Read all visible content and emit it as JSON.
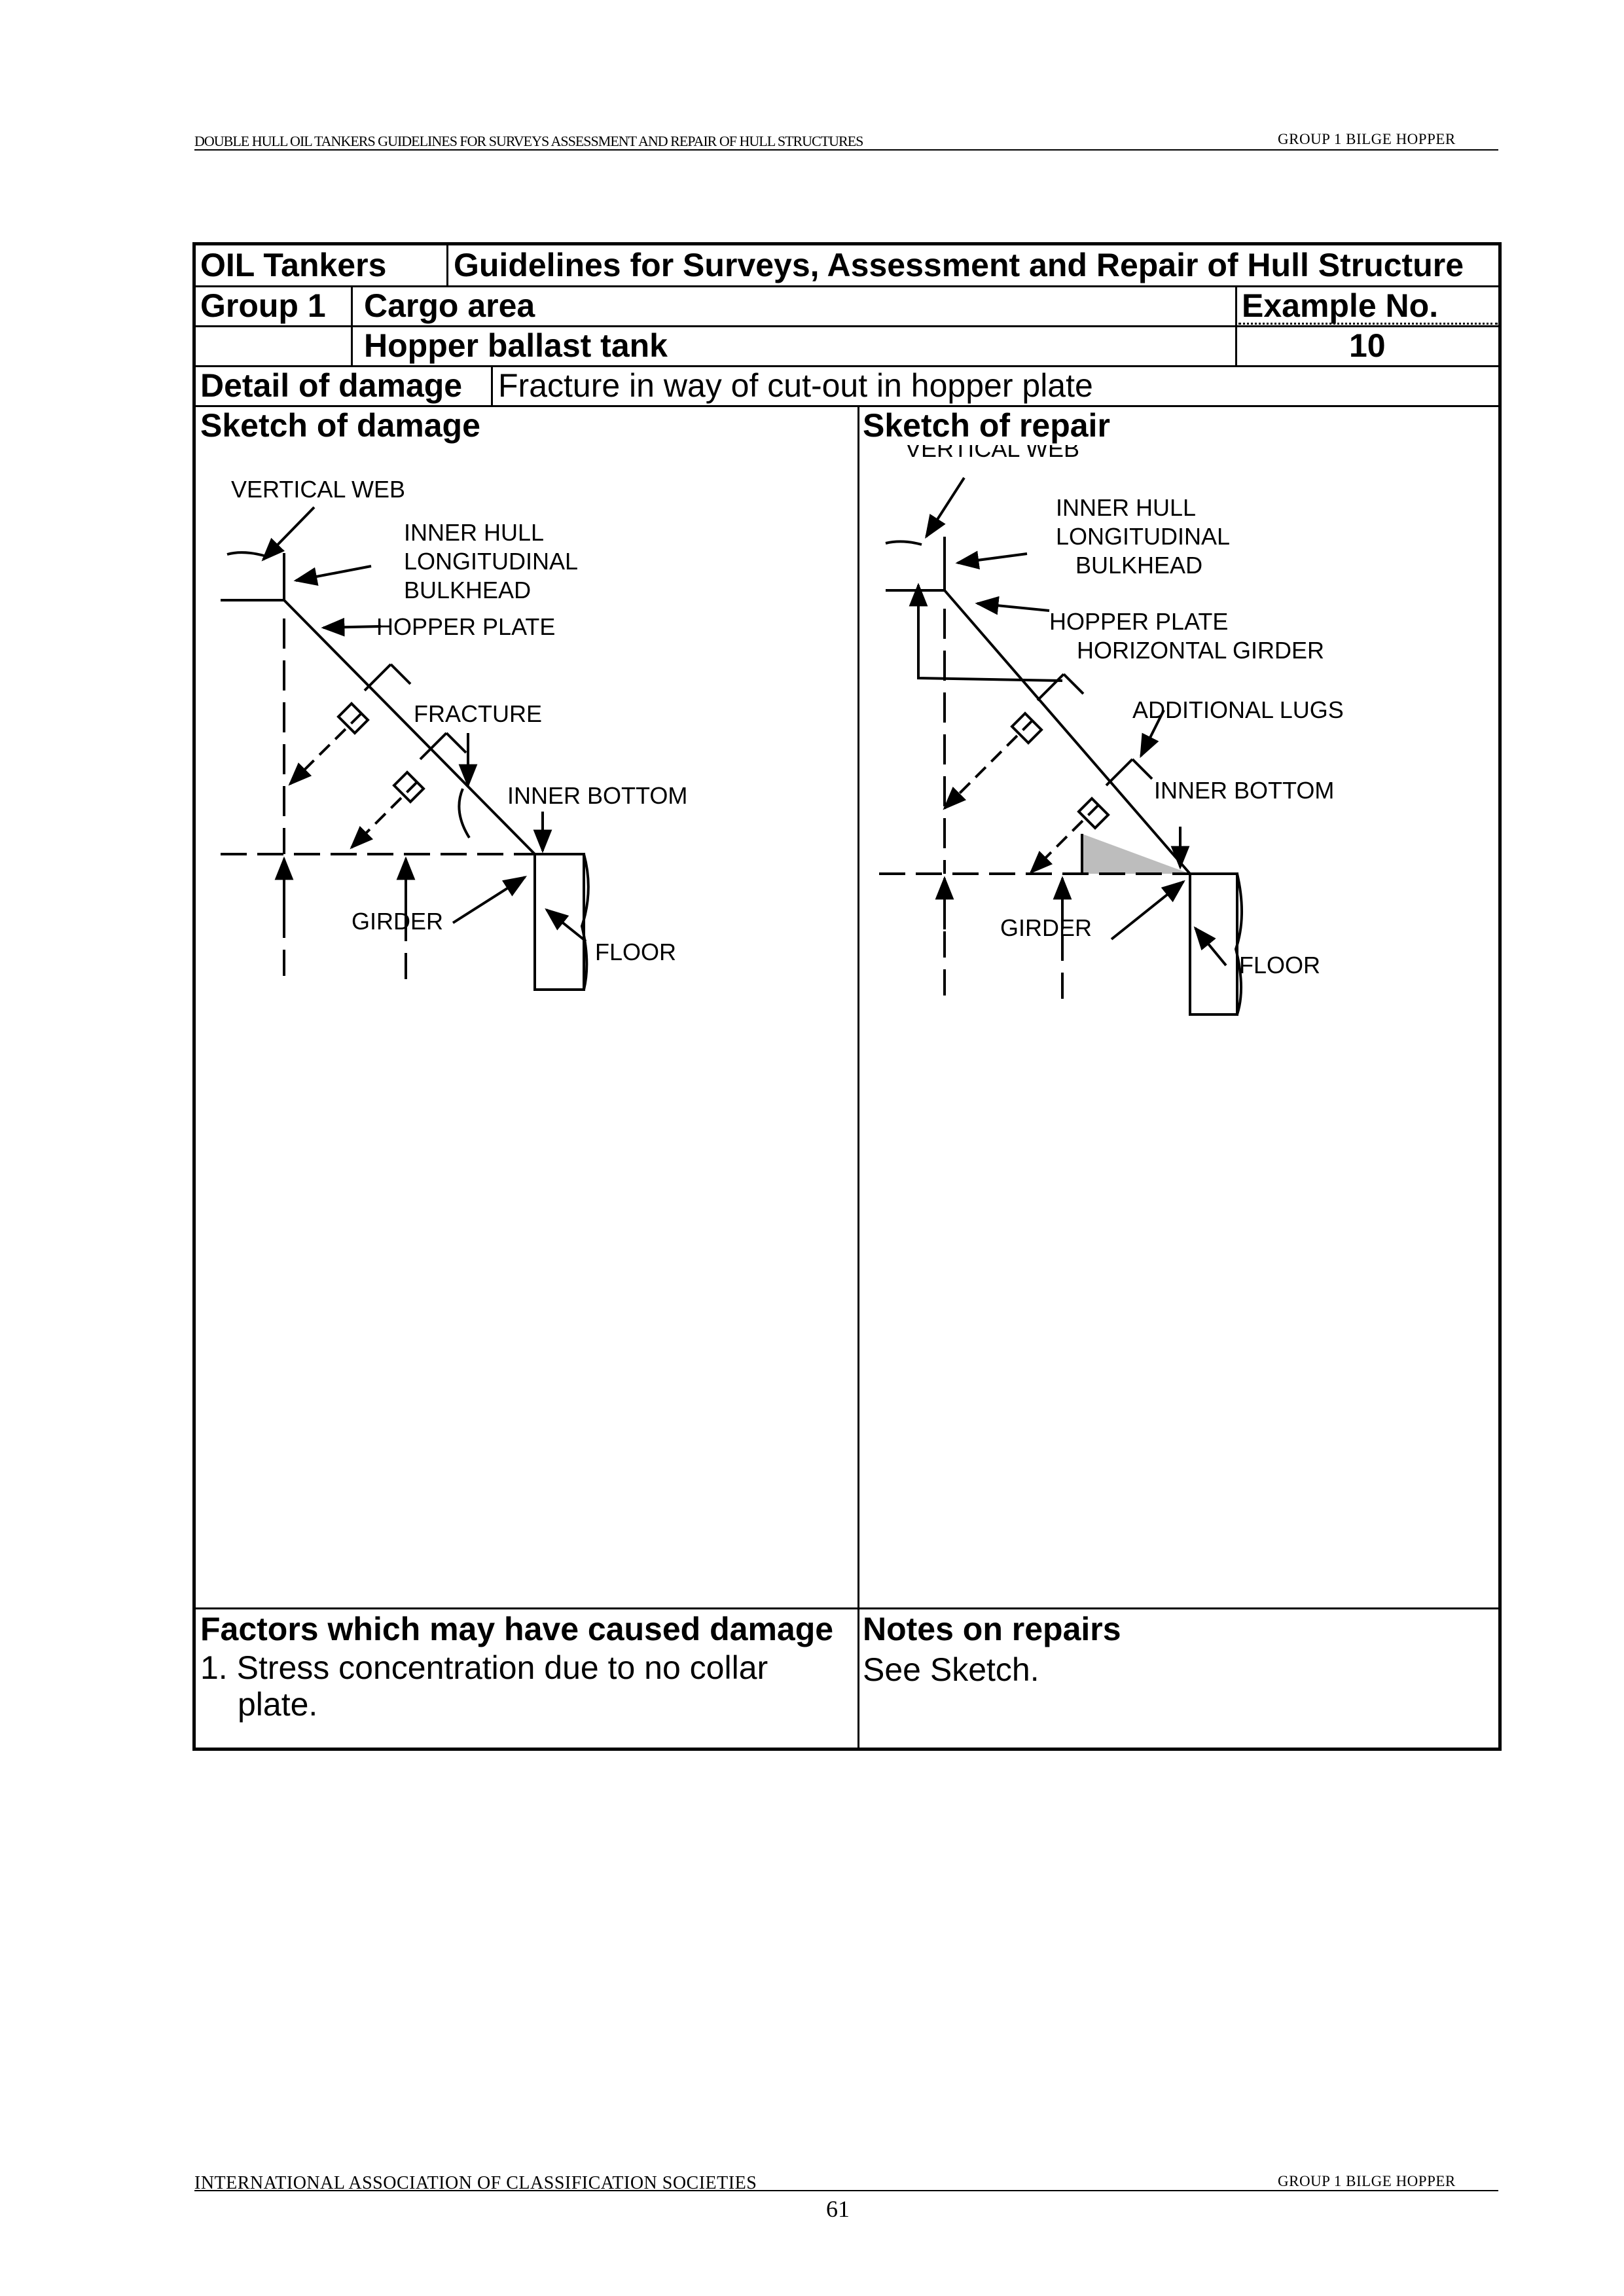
{
  "running_header": {
    "left": "DOUBLE HULL OIL TANKERS GUIDELINES FOR SURVEYS ASSESSMENT AND REPAIR OF HULL STRUCTURES",
    "right": "GROUP 1 BILGE HOPPER"
  },
  "table": {
    "ship_type": "OIL Tankers",
    "guideline_title": "Guidelines for Surveys, Assessment and Repair of Hull Structure",
    "group": "Group 1",
    "area": "Cargo area",
    "example_label": "Example No.",
    "location": "Hopper ballast tank",
    "example_no": "10",
    "detail_label": "Detail of damage",
    "detail_value": "Fracture in way of cut-out in hopper plate",
    "sketch_damage_label": "Sketch of damage",
    "sketch_repair_label": "Sketch of repair",
    "factors_label": "Factors which may have caused damage",
    "factors_items": [
      "1. Stress concentration due to no collar",
      "plate."
    ],
    "notes_label": "Notes on repairs",
    "notes_text": "See Sketch."
  },
  "damage_sketch": {
    "vertical_web": "VERTICAL WEB",
    "inner_hull": [
      "INNER HULL",
      "LONGITUDINAL",
      "BULKHEAD"
    ],
    "hopper_plate": "HOPPER PLATE",
    "fracture": "FRACTURE",
    "inner_bottom": "INNER BOTTOM",
    "girder": "GIRDER",
    "floor": "FLOOR"
  },
  "repair_sketch": {
    "vertical_web": "VERTICAL WEB",
    "inner_hull": [
      "INNER HULL",
      "LONGITUDINAL",
      "BULKHEAD"
    ],
    "hopper_plate": "HOPPER PLATE",
    "horizontal_girder": "HORIZONTAL GIRDER",
    "additional_lugs": "ADDITIONAL LUGS",
    "inner_bottom": "INNER BOTTOM",
    "girder": "GIRDER",
    "floor": "FLOOR"
  },
  "footer": {
    "left": "INTERNATIONAL ASSOCIATION OF CLASSIFICATION SOCIETIES",
    "right": "GROUP 1 BILGE HOPPER",
    "page": "61"
  }
}
